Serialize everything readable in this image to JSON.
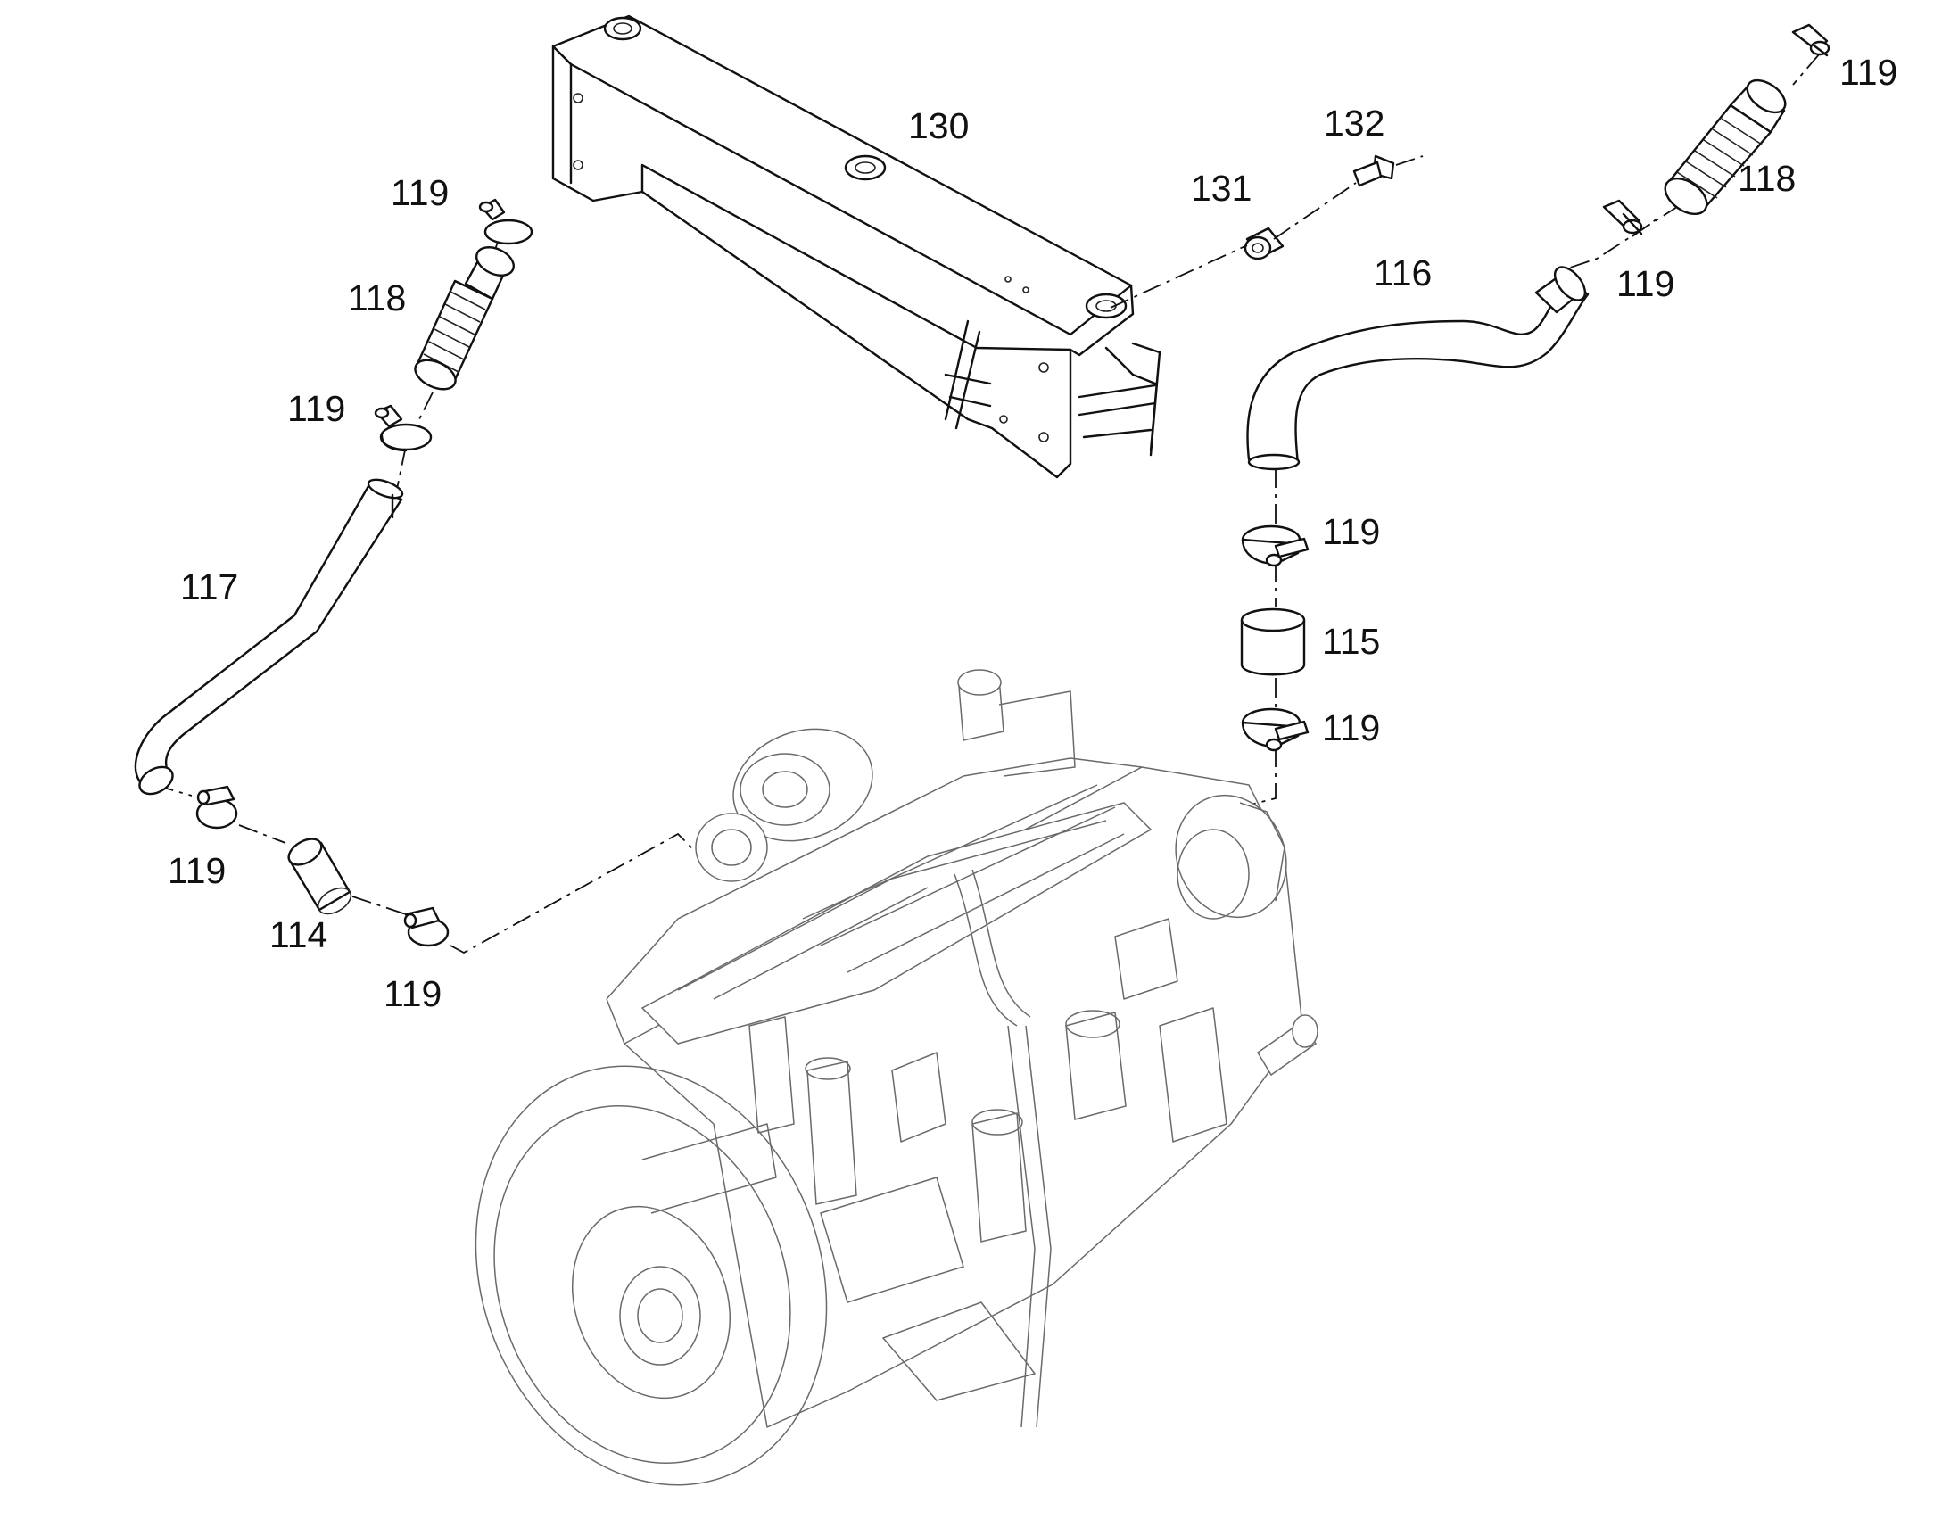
{
  "callouts": {
    "p130": "130",
    "p131": "131",
    "p132": "132",
    "p119_top_right": "119",
    "p118_right": "118",
    "p119_right_mid": "119",
    "p116": "116",
    "p119_left_top": "119",
    "p118_left": "118",
    "p119_left_mid": "119",
    "p117": "117",
    "p119_center_upper": "119",
    "p115": "115",
    "p119_center_lower": "119",
    "p119_left_lower": "119",
    "p114": "114",
    "p119_bottom": "119"
  },
  "colors": {
    "line": "#111111",
    "engine_line": "#6a6a6a",
    "background": "#ffffff"
  }
}
